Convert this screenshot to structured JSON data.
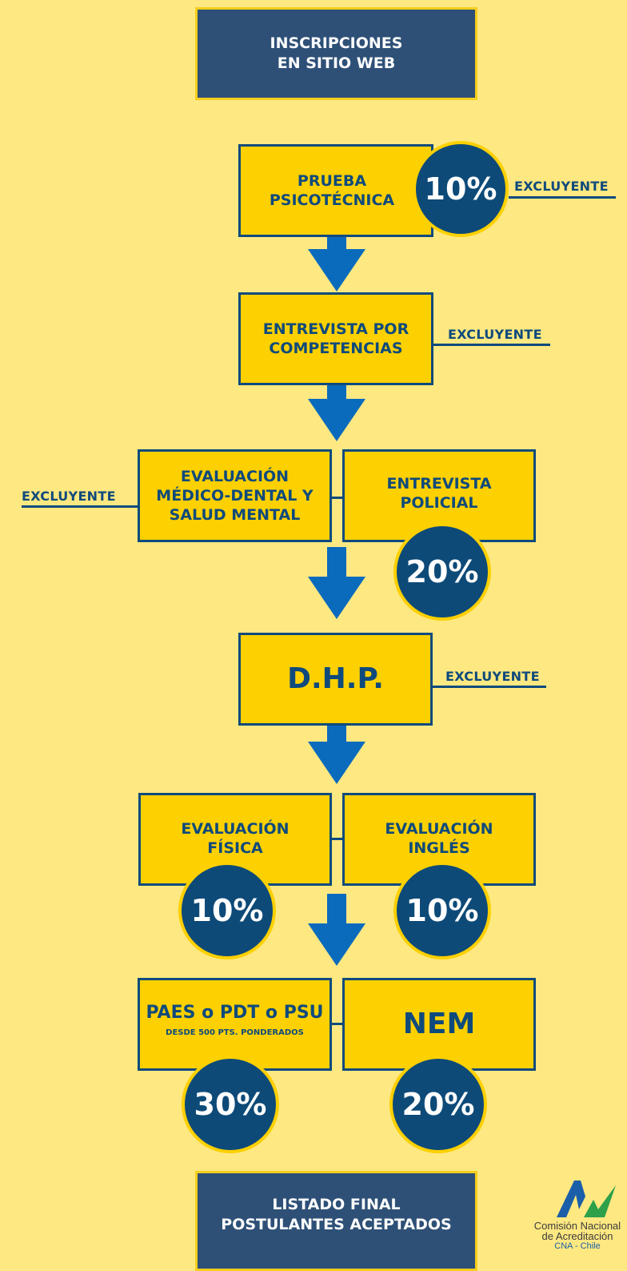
{
  "start": {
    "line1": "INSCRIPCIONES",
    "line2": "EN SITIO WEB"
  },
  "excluyente_label": "EXCLUYENTE",
  "steps": {
    "psicotecnica": {
      "line1": "PRUEBA",
      "line2": "PSICOTÉCNICA",
      "weight": "10%"
    },
    "entrevista_competencias": {
      "line1": "ENTREVISTA POR",
      "line2": "COMPETENCIAS"
    },
    "medico": {
      "line1": "EVALUACIÓN",
      "line2": "MÉDICO-DENTAL Y",
      "line3": "SALUD MENTAL"
    },
    "entrevista_policial": {
      "line1": "ENTREVISTA",
      "line2": "POLICIAL",
      "weight": "20%"
    },
    "dhp": {
      "label": "D.H.P."
    },
    "fisica": {
      "line1": "EVALUACIÓN",
      "line2": "FÍSICA",
      "weight": "10%"
    },
    "ingles": {
      "line1": "EVALUACIÓN",
      "line2": "INGLÉS",
      "weight": "10%"
    },
    "paes": {
      "line1": "PAES o PDT o PSU",
      "line2": "DESDE 500 PTS. PONDERADOS",
      "weight": "30%"
    },
    "nem": {
      "label": "NEM",
      "weight": "20%"
    }
  },
  "end": {
    "line1": "LISTADO FINAL",
    "line2": "POSTULANTES ACEPTADOS"
  },
  "logo": {
    "line1": "Comisión Nacional",
    "line2": "de Acreditación",
    "line3": "CNA - Chile"
  },
  "colors": {
    "background": "#fee882",
    "box": "#fdd001",
    "navy": "#0e4a7c",
    "arrow": "#0a6bbd",
    "header": "#2e5077"
  }
}
